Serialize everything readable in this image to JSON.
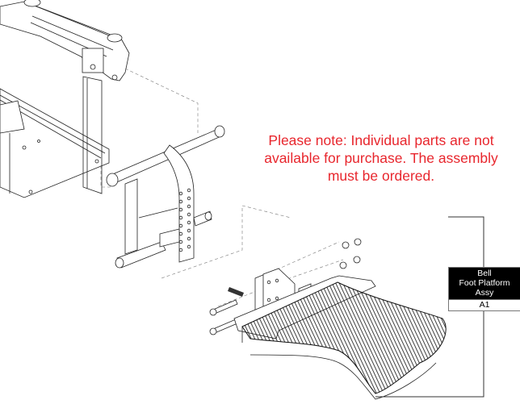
{
  "note": {
    "line1": "Please note: Individual parts are not",
    "line2": "available for purchase. The assembly",
    "line3": "must be ordered.",
    "color": "#e8262d"
  },
  "callout": {
    "brand": "Bell",
    "part_name": "Foot Platform Assy",
    "reference": "A1"
  },
  "drawing": {
    "components": [
      "wheelchair-frame",
      "seat-pan",
      "hanger-bracket",
      "foot-platform",
      "mounting-bracket",
      "bolts",
      "washers",
      "nuts",
      "threaded-stud"
    ]
  }
}
